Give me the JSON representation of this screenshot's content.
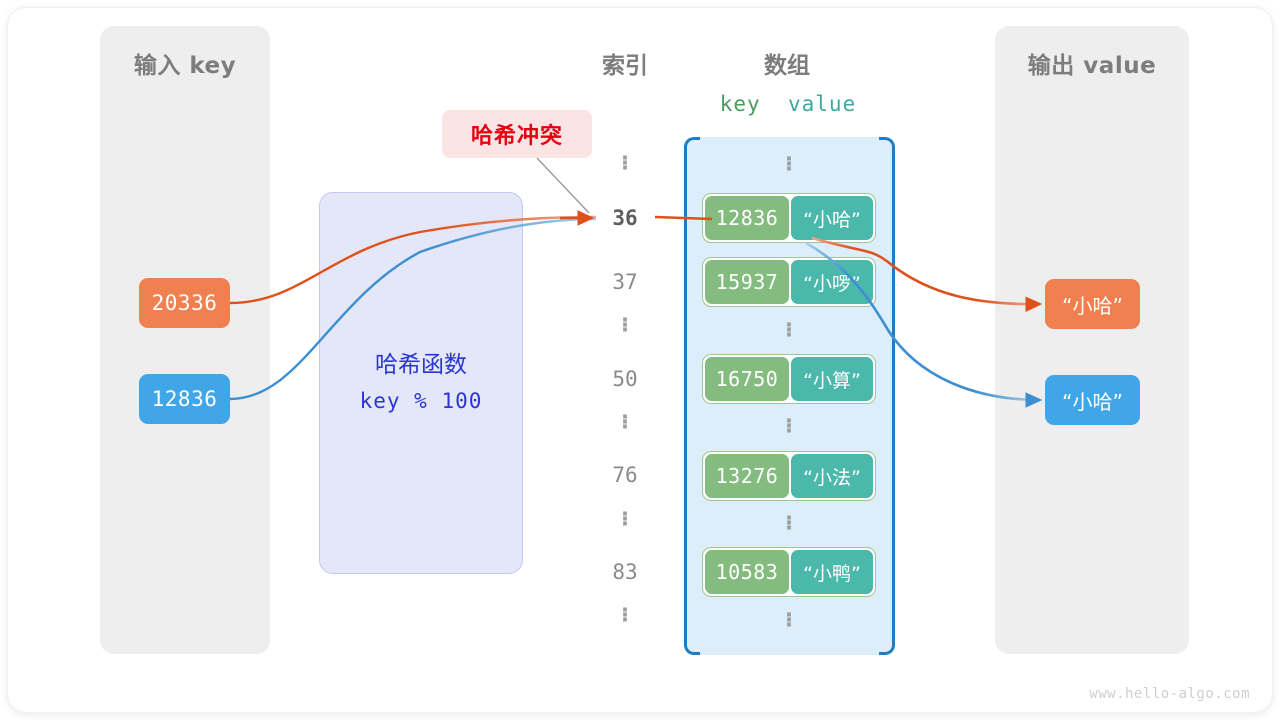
{
  "diagram": {
    "watermark": "www.hello-algo.com",
    "colors": {
      "input_key_1": "#f0804f",
      "input_key_2": "#41a6e8",
      "array_key_cell": "#84bc7f",
      "array_value_cell": "#4bb8ac",
      "array_container": "#ddeefb",
      "array_bracket": "#1f7dc4",
      "hash_box_bg": "#e4e7f8",
      "hash_box_text": "#2b35d6",
      "collision_bg": "#fbe4e4",
      "collision_text": "#e60012",
      "panel_bg": "#eeeeee",
      "heading_text": "#7d7d7d"
    }
  },
  "input_panel": {
    "title": "输入 key",
    "keys": [
      {
        "label": "20336",
        "color": "#f0804f"
      },
      {
        "label": "12836",
        "color": "#41a6e8"
      }
    ]
  },
  "hash_function": {
    "name": "哈希函数",
    "expression": "key % 100"
  },
  "collision": {
    "label": "哈希冲突"
  },
  "index_column": {
    "heading": "索引",
    "items": [
      {
        "type": "dots",
        "label": "⋮"
      },
      {
        "type": "index",
        "label": "36",
        "highlighted": true
      },
      {
        "type": "index",
        "label": "37",
        "highlighted": false
      },
      {
        "type": "dots",
        "label": "⋮"
      },
      {
        "type": "index",
        "label": "50",
        "highlighted": false
      },
      {
        "type": "dots",
        "label": "⋮"
      },
      {
        "type": "index",
        "label": "76",
        "highlighted": false
      },
      {
        "type": "dots",
        "label": "⋮"
      },
      {
        "type": "index",
        "label": "83",
        "highlighted": false
      },
      {
        "type": "dots",
        "label": "⋮"
      }
    ]
  },
  "array_panel": {
    "heading": "数组",
    "column_header": {
      "key": "key",
      "value": "value"
    },
    "entries": [
      {
        "key": "12836",
        "value": "“小哈”"
      },
      {
        "key": "15937",
        "value": "“小啰”"
      },
      {
        "key": "16750",
        "value": "“小算”"
      },
      {
        "key": "13276",
        "value": "“小法”"
      },
      {
        "key": "10583",
        "value": "“小鸭”"
      }
    ]
  },
  "output_panel": {
    "title": "输出 value",
    "values": [
      {
        "label": "“小哈”",
        "color": "#f0804f"
      },
      {
        "label": "“小哈”",
        "color": "#41a6e8"
      }
    ]
  }
}
